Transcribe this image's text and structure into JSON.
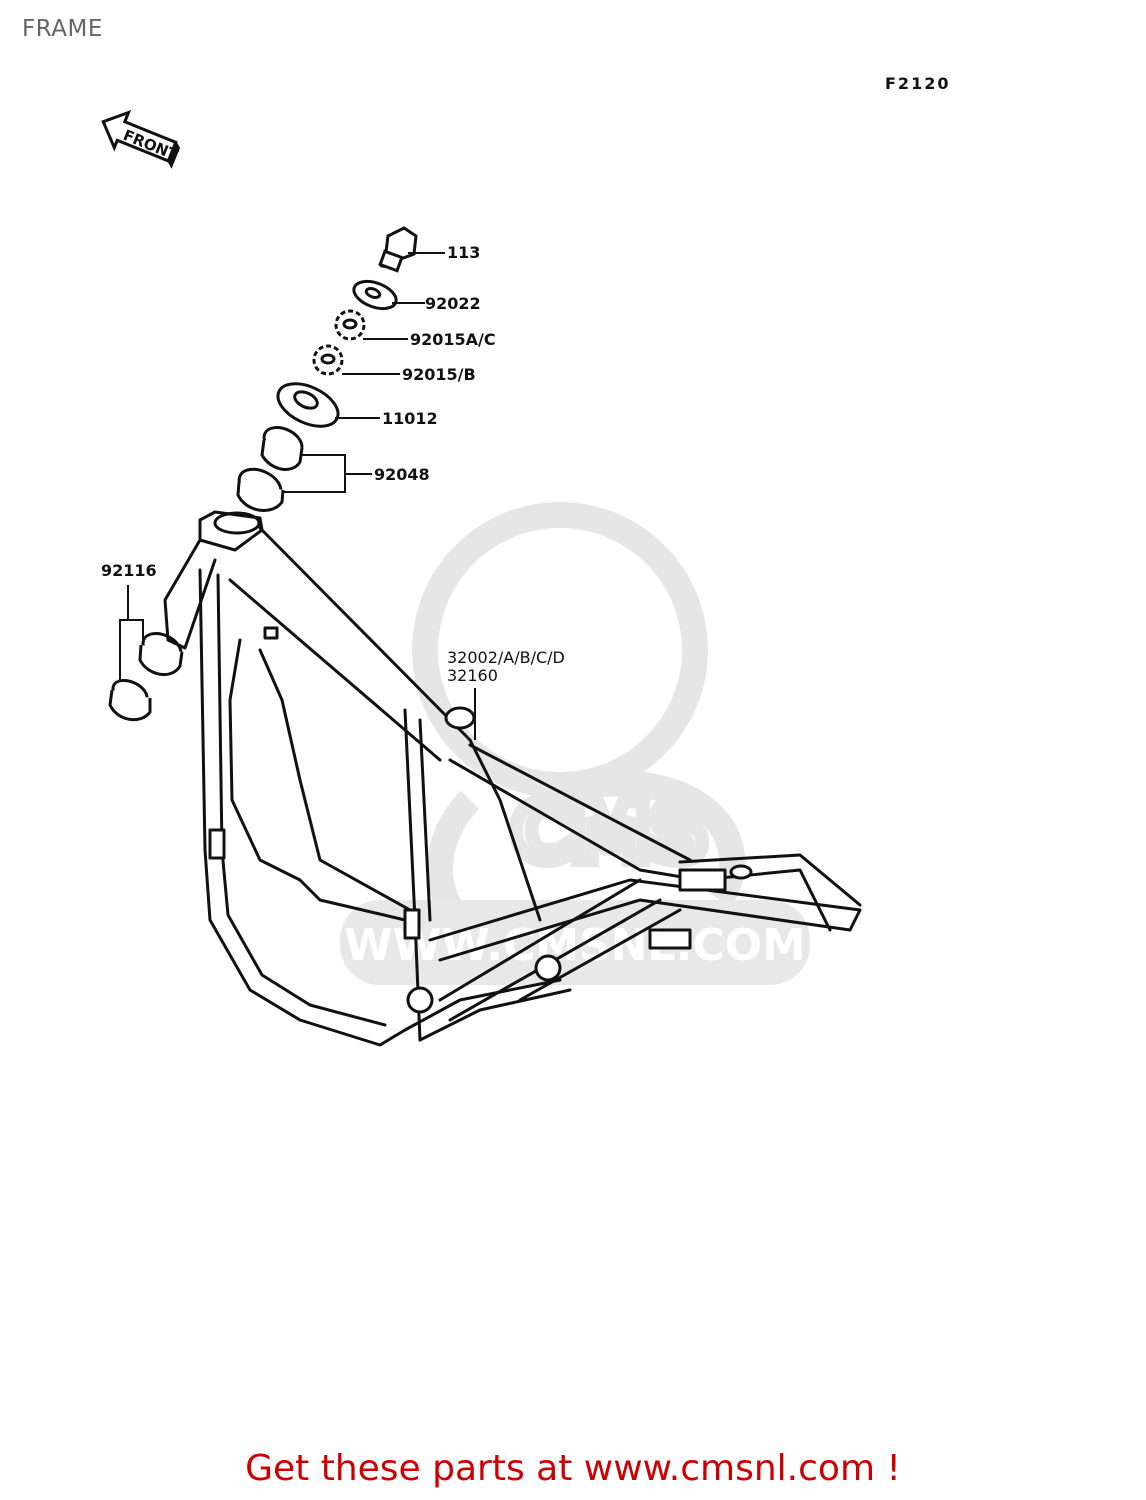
{
  "page": {
    "title": "FRAME",
    "diagram_code": "F2120"
  },
  "orientation": {
    "front_arrow_label": "FRONT"
  },
  "parts": [
    {
      "ref": "113",
      "label": "113"
    },
    {
      "ref": "92022",
      "label": "92022"
    },
    {
      "ref": "92015A/C",
      "label": "92015A/C"
    },
    {
      "ref": "92015/B",
      "label": "92015/B"
    },
    {
      "ref": "11012",
      "label": "11012"
    },
    {
      "ref": "92048",
      "label": "92048"
    },
    {
      "ref": "92116",
      "label": "92116"
    },
    {
      "ref": "32002/A/B/C/D",
      "label": "32002/A/B/C/D"
    },
    {
      "ref": "32160",
      "label": "32160"
    }
  ],
  "watermark": {
    "logo_text": "CMS",
    "url_text": "WWW.CMSNL.COM"
  },
  "footer": {
    "promo_text": "Get these parts at www.cmsnl.com !"
  },
  "colors": {
    "title": "#666666",
    "promo": "#cc0000",
    "watermark": "#e6e6e6",
    "line": "#111111"
  }
}
